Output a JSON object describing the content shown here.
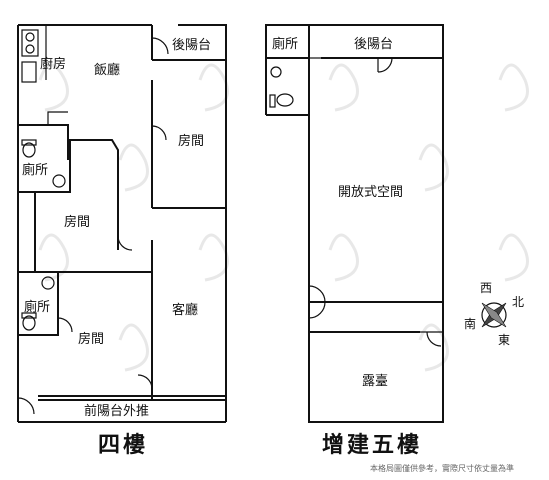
{
  "floor4": {
    "title": "四樓",
    "rooms": {
      "kitchen": "廚房",
      "dining": "飯廳",
      "rear_balcony": "後陽台",
      "bedroom_right": "房間",
      "toilet_upper": "廁所",
      "bedroom_middle": "房間",
      "toilet_lower": "廁所",
      "bedroom_lower": "房間",
      "living_room": "客廳",
      "front_balcony": "前陽台外推"
    }
  },
  "floor5": {
    "title": "增建五樓",
    "rooms": {
      "toilet": "廁所",
      "rear_balcony": "後陽台",
      "open_space": "開放式空間",
      "terrace": "露臺"
    }
  },
  "compass": {
    "west": "西",
    "north": "北",
    "south": "南",
    "east": "東"
  },
  "disclaimer": "本格局圖僅供參考，實際尺寸依丈量為準"
}
